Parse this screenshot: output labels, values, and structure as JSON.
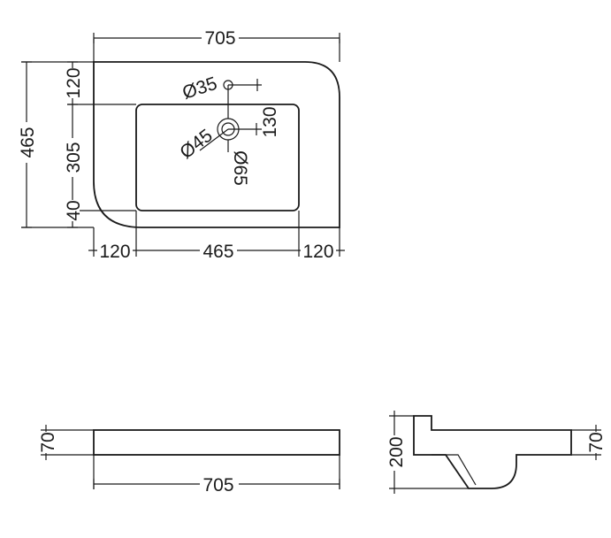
{
  "colors": {
    "line": "#1a1a1a",
    "background": "#ffffff"
  },
  "top_view": {
    "width_total": "705",
    "depth_total": "465",
    "depth_front": "120",
    "depth_bowl": "305",
    "depth_back": "40",
    "margin_left": "120",
    "bowl_width": "465",
    "margin_right": "120",
    "tap_hole": "Ø35",
    "drain_inner": "Ø45",
    "drain_outer": "Ø65",
    "drain_offset": "130"
  },
  "front_view": {
    "height": "70",
    "width": "705"
  },
  "side_view": {
    "total_height": "200",
    "rim_height": "70"
  }
}
